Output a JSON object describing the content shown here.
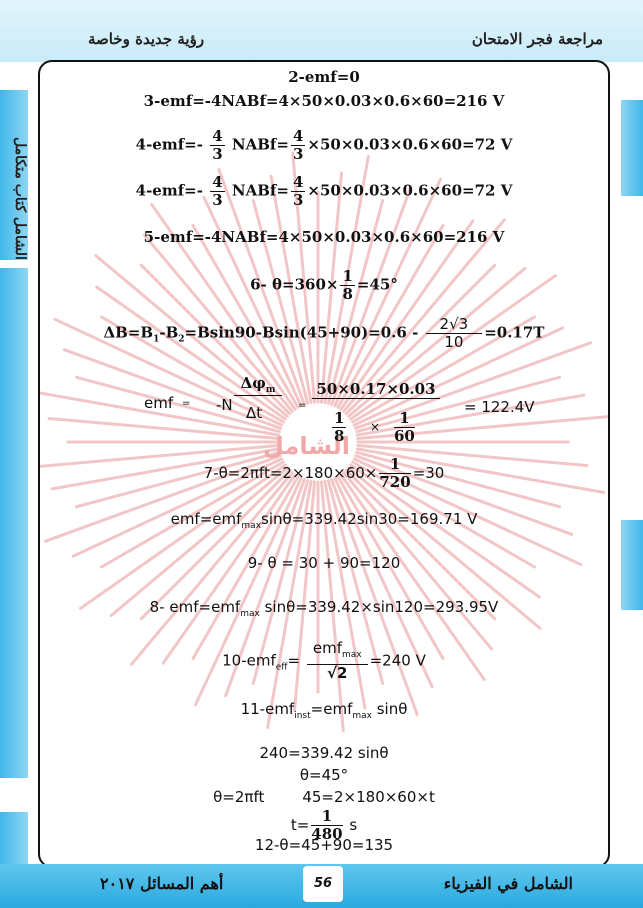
{
  "header": {
    "right_text": "مراجعة فجر الامتحان",
    "left_text": "رؤية جديدة وخاصة"
  },
  "spine_text": "الشامل كتاب متكامل",
  "watermark": "الشامل",
  "lines": {
    "l1": "2-emf=0",
    "l2": "3-emf=-4NABf=4×50×0.03×0.6×60=216 V",
    "l3_pre": "4-emf=-",
    "l3_fn": "4",
    "l3_fd": "3",
    "l3_mid": "NABf=",
    "l3_gn": "4",
    "l3_gd": "3",
    "l3_post": "×50×0.03×0.6×60=72 V",
    "l4_pre": "4-emf=-",
    "l4_fn": "4",
    "l4_fd": "3",
    "l4_mid": "NABf=",
    "l4_gn": "4",
    "l4_gd": "3",
    "l4_post": "×50×0.03×0.6×60=72 V",
    "l5": "5-emf=-4NABf=4×50×0.03×0.6×60=216 V",
    "l6_pre": "6- θ=360×",
    "l6_fn": "1",
    "l6_fd": "8",
    "l6_post": "=45°",
    "l7_a": "ΔB=B",
    "l7_s1": "1",
    "l7_b": "-B",
    "l7_s2": "2",
    "l7_c": "=Bsin90-Bsin(45+90)=0.6 -",
    "l7_fn": "2√3",
    "l7_fd": "10",
    "l7_post": "=0.17T",
    "l8_emf": "emf",
    "l8_eq1": "=",
    "l8_n": "-N",
    "l8_dphi": "Δφ",
    "l8_dphi_sub": "m",
    "l8_dt": "Δt",
    "l8_eq2": "=",
    "l8_num": "50×0.17×0.03",
    "l8_d1n": "1",
    "l8_d1d": "8",
    "l8_times": "×",
    "l8_d2n": "1",
    "l8_d2d": "60",
    "l8_res": "= 122.4V",
    "l9_pre": "7-θ=2πft=2×180×60×",
    "l9_fn": "1",
    "l9_fd": "720",
    "l9_post": "=30",
    "l10_a": "emf=emf",
    "l10_sub": "max",
    "l10_b": "sinθ=339.42sin30=169.71 V",
    "l11": "9- θ = 30 + 90=120",
    "l12_a": "8- emf=emf",
    "l12_sub": "max",
    "l12_b": " sinθ=339.42×sin120=293.95V",
    "l13_a": "10-emf",
    "l13_sub": "eff",
    "l13_eq": "=",
    "l13_fn": "emf",
    "l13_fn_sub": "max",
    "l13_fd": "√2",
    "l13_post": "=240 V",
    "l14_a": "11-emf",
    "l14_sub1": "inst",
    "l14_b": "=emf",
    "l14_sub2": "max",
    "l14_c": " sinθ",
    "l15": "240=339.42 sinθ",
    "l16": "θ=45°",
    "l17_a": "θ=2πft",
    "l17_b": "45=2×180×60×t",
    "l18_pre": "t=",
    "l18_fn": "1",
    "l18_fd": "480",
    "l18_post": "s",
    "l19": "12-θ=45+90=135"
  },
  "footer": {
    "right_text": "الشامل في الفيزياء",
    "left_text": "أهم المسائل ٢٠١٧",
    "page_number": "56"
  }
}
